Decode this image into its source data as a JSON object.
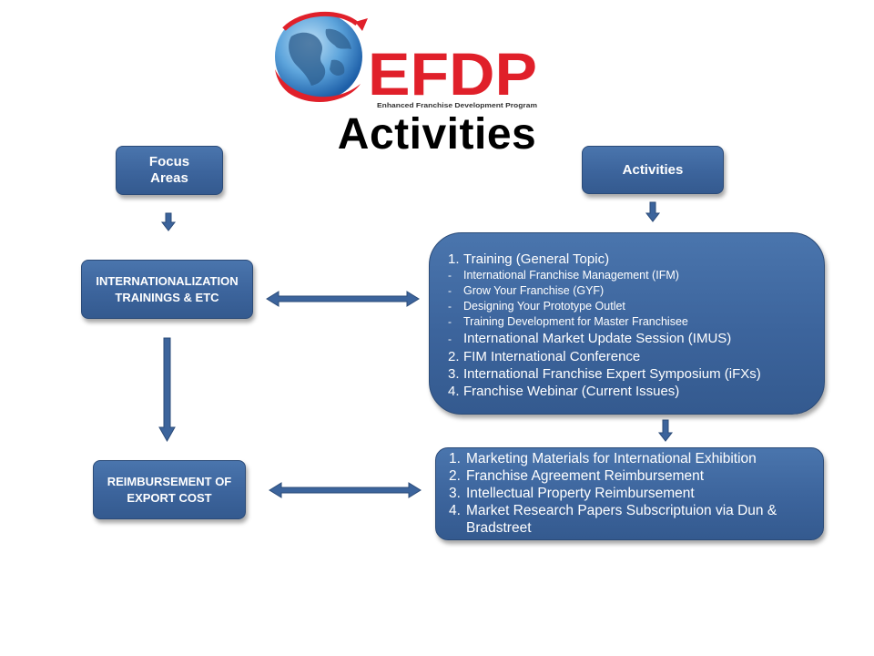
{
  "logo": {
    "text": "EFDP",
    "tagline": "Enhanced Franchise Development Program"
  },
  "title": "Activities",
  "headers": {
    "focus": [
      "Focus",
      "Areas"
    ],
    "activities": "Activities"
  },
  "focus_areas": {
    "internationalization": [
      "INTERNATIONALIZATION",
      "TRAININGS & ETC"
    ],
    "reimbursement": [
      "REIMBURSEMENT OF",
      "EXPORT COST"
    ]
  },
  "training_activities": [
    {
      "num": "1.",
      "text": "Training (General Topic)",
      "level": "main"
    },
    {
      "num": "-",
      "text": "International Franchise Management (IFM)",
      "level": "sub"
    },
    {
      "num": "-",
      "text": "Grow Your Franchise (GYF)",
      "level": "sub"
    },
    {
      "num": "-",
      "text": "Designing Your Prototype Outlet",
      "level": "sub"
    },
    {
      "num": "-",
      "text": "Training Development for Master Franchisee",
      "level": "sub"
    },
    {
      "num": "-",
      "text": "International Market Update Session (IMUS)",
      "level": "sub large"
    },
    {
      "num": "2.",
      "text": "FIM International Conference",
      "level": "main"
    },
    {
      "num": "3.",
      "text": "International Franchise Expert Symposium (iFXs)",
      "level": "main"
    },
    {
      "num": "4.",
      "text": "Franchise Webinar (Current Issues)",
      "level": "main"
    }
  ],
  "reimbursement_activities": [
    {
      "num": "1.",
      "text": "Marketing Materials for International Exhibition"
    },
    {
      "num": "2.",
      "text": "Franchise Agreement Reimbursement"
    },
    {
      "num": "3.",
      "text": "Intellectual Property Reimbursement"
    },
    {
      "num": "4.",
      "text": "Market Research Papers Subscriptuion via Dun &"
    }
  ],
  "reimbursement_continuation": "Bradstreet",
  "colors": {
    "box_fill": "#3c649c",
    "box_border": "#2b4b78",
    "logo_red": "#e0202a",
    "logo_blue": "#1d5fa8"
  }
}
